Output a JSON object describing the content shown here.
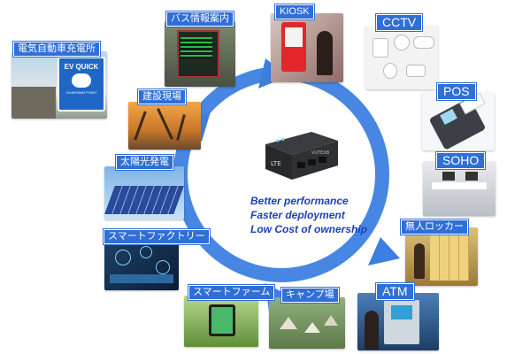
{
  "labels": {
    "ev": "電気自動車充電所",
    "bus": "バス情報案内",
    "kiosk": "KIOSK",
    "cctv": "CCTV",
    "pos": "POS",
    "soho": "SOHO",
    "locker": "無人ロッカー",
    "atm": "ATM",
    "camp": "キャンプ場",
    "smartfarm": "スマートファーム",
    "smartfactory": "スマートファクトリー",
    "solar": "太陽光発電",
    "construction": "建設現場"
  },
  "ev_sign": {
    "line1": "EV QUICK",
    "line2": "CHARGING POINT"
  },
  "router_text": {
    "brand": "LTE",
    "model": "VUTEXB"
  },
  "tagline": {
    "line1": "Better performance",
    "line2": "Faster deployment",
    "line3": "Low Cost of ownership"
  },
  "colors": {
    "accent": "#2f6fd6",
    "ring": "#3d7fe0",
    "tagline": "#1f3fb8"
  }
}
